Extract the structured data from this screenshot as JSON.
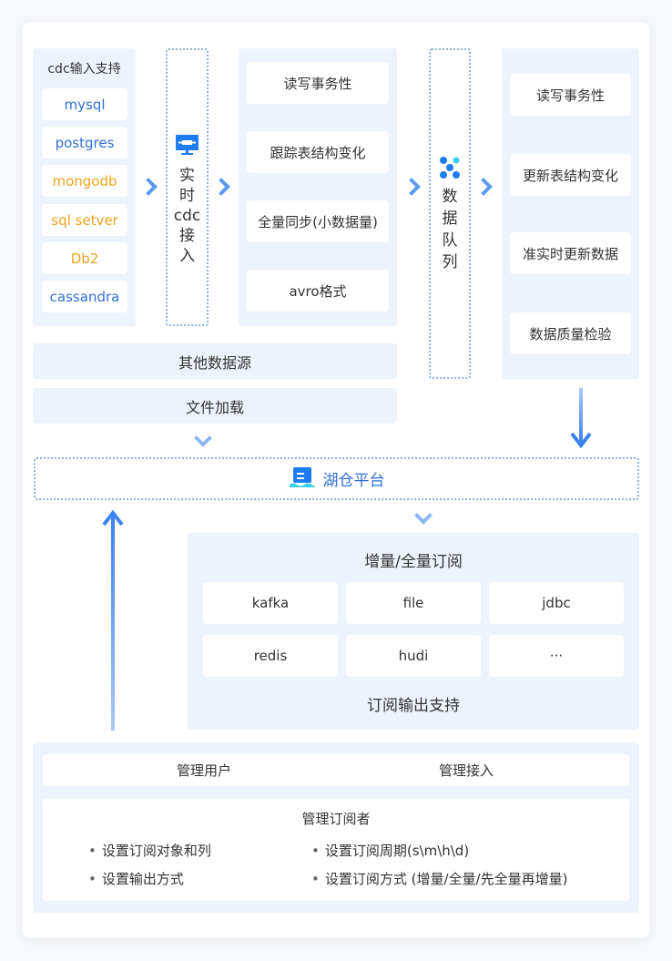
{
  "cdc": {
    "title": "cdc输入支持",
    "items": [
      "mysql",
      "postgres",
      "mongodb",
      "sql setver",
      "Db2",
      "cassandra"
    ]
  },
  "realtime": {
    "chars": [
      "实",
      "时",
      "cdc",
      "接",
      "入"
    ]
  },
  "features1": [
    "读写事务性",
    "跟踪表结构变化",
    "全量同步(小数据量)",
    "avro格式"
  ],
  "other_source": "其他数据源",
  "file_load": "文件加载",
  "queue": {
    "chars": [
      "数",
      "据",
      "队",
      "列"
    ]
  },
  "features2": [
    "读写事务性",
    "更新表结构变化",
    "准实时更新数据",
    "数据质量检验"
  ],
  "lakehouse": "湖仓平台",
  "subscription": {
    "title": "增量/全量订阅",
    "items": [
      "kafka",
      "file",
      "jdbc",
      "redis",
      "hudi",
      "···"
    ],
    "footer": "订阅输出支持"
  },
  "management": {
    "user": "管理用户",
    "access": "管理接入",
    "subscriber": "管理订阅者",
    "bullets": [
      "设置订阅对象和列",
      "设置订阅周期(s\\m\\h\\d)",
      "设置输出方式",
      "设置订阅方式 (增量/全量/先全量再增量)"
    ]
  },
  "colors": {
    "blue": "#2f6fd8",
    "orange": "#f0a31c",
    "panel": "#edf3fc"
  }
}
